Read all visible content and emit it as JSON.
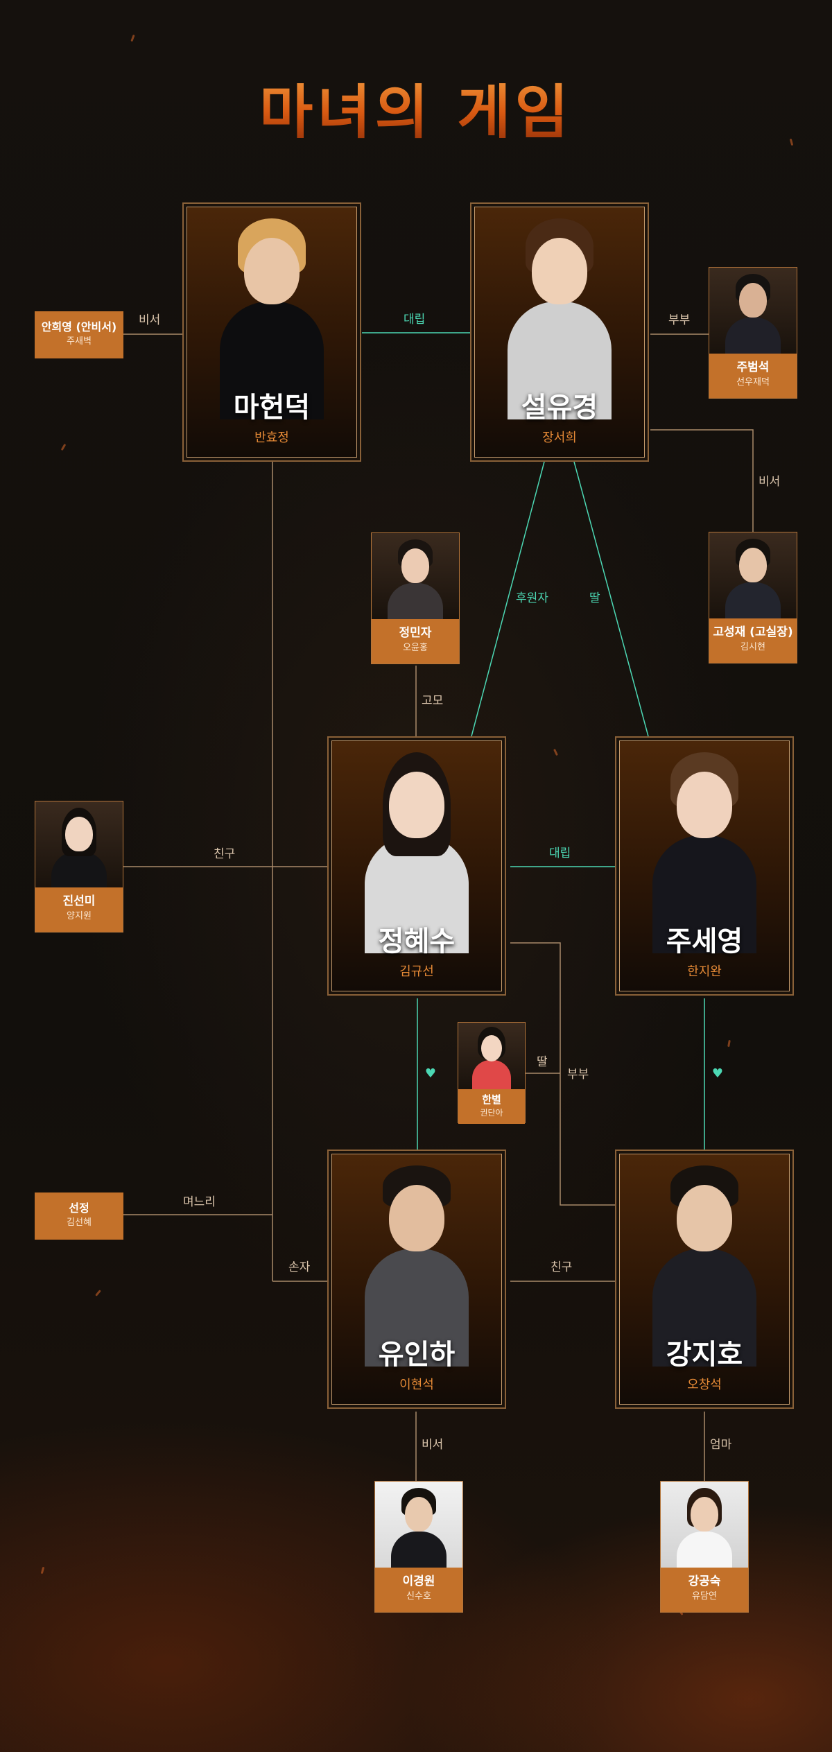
{
  "title": "마녀의 게임",
  "main_cast": [
    {
      "key": "ma",
      "name": "마헌덕",
      "actor": "반효정"
    },
    {
      "key": "seol",
      "name": "설유경",
      "actor": "장서희"
    },
    {
      "key": "jung",
      "name": "정혜수",
      "actor": "김규선"
    },
    {
      "key": "ju",
      "name": "주세영",
      "actor": "한지완"
    },
    {
      "key": "yu",
      "name": "유인하",
      "actor": "이현석"
    },
    {
      "key": "kang",
      "name": "강지호",
      "actor": "오창석"
    }
  ],
  "supporting_cast": [
    {
      "key": "jubs",
      "name": "주범석",
      "actor": "선우재덕"
    },
    {
      "key": "go",
      "name": "고성재 (고실장)",
      "actor": "김시현"
    },
    {
      "key": "jeongmin",
      "name": "정민자",
      "actor": "오윤홍"
    },
    {
      "key": "jin",
      "name": "진선미",
      "actor": "양지원"
    },
    {
      "key": "lee",
      "name": "이경원",
      "actor": "신수호"
    },
    {
      "key": "gong",
      "name": "강공숙",
      "actor": "유담연"
    }
  ],
  "child_cast": {
    "name": "한별",
    "actor": "권단아"
  },
  "text_only_cast": [
    {
      "key": "an",
      "name": "안희영 (안비서)",
      "actor": "주새벽"
    },
    {
      "key": "seonjeong",
      "name": "선정",
      "actor": "김선혜"
    }
  ],
  "relations": {
    "an_ma": "비서",
    "ma_seol": "대립",
    "seol_jubs": "부부",
    "seol_go": "비서",
    "seol_jung": "후원자",
    "seol_ju": "딸",
    "jeongmin_jung": "고모",
    "jin_jung": "친구",
    "jung_ju": "대립",
    "hanbyeol_jung": "딸",
    "jung_kang": "부부",
    "seonjeong_ma": "며느리",
    "ma_yu": "손자",
    "yu_kang": "친구",
    "yu_lee": "비서",
    "kang_gong": "엄마"
  },
  "heart_symbol": "♥",
  "colors": {
    "orange_accent": "#c3712a",
    "teal_line": "#4cd8b4",
    "tan_line": "#a98a6a"
  }
}
